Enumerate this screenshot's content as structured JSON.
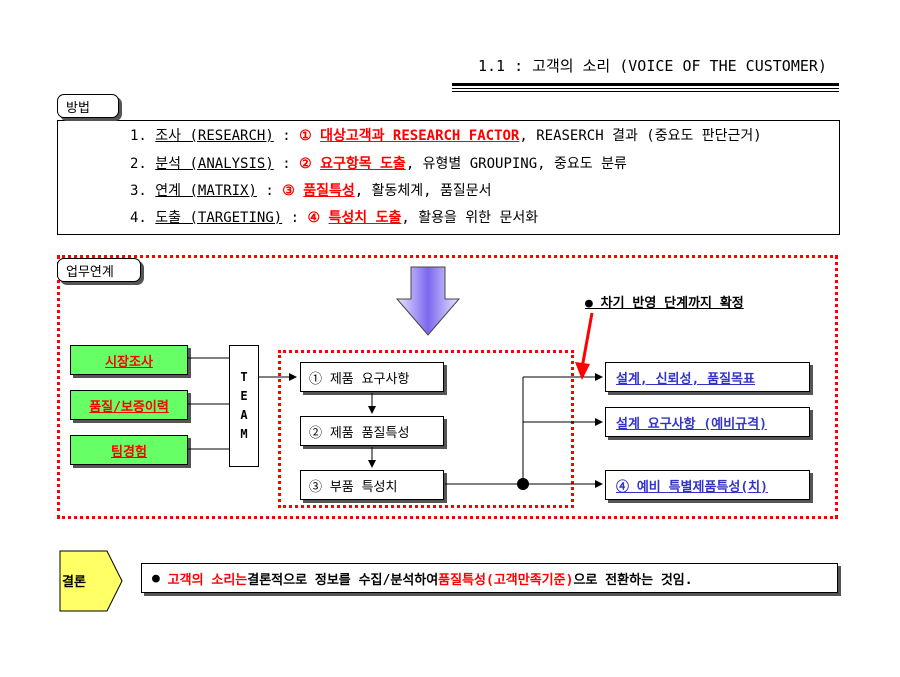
{
  "header": {
    "title": "1.1 : 고객의 소리 (VOICE OF THE CUSTOMER)"
  },
  "method": {
    "tag": "방법",
    "lines": [
      {
        "num": "1.",
        "label": "조사 (RESEARCH)",
        "colon": ":",
        "mark": "①",
        "key": "대상고객과 RESEARCH FACTOR",
        "rest": ", REASERCH 결과 (중요도 판단근거)"
      },
      {
        "num": "2.",
        "label": "분석 (ANALYSIS)",
        "colon": ":",
        "mark": "②",
        "key": "요구항목 도출",
        "rest": ", 유형별 GROUPING, 중요도 분류"
      },
      {
        "num": "3.",
        "label": "연계 (MATRIX)",
        "colon": ":",
        "mark": "③",
        "key": "품질특성",
        "rest": ", 활동체계, 품질문서"
      },
      {
        "num": "4.",
        "label": "도출 (TARGETING)",
        "colon": ":",
        "mark": "④",
        "key": "특성치 도출",
        "rest": ", 활용을 위한 문서화"
      }
    ]
  },
  "flow": {
    "tag": "업무연계",
    "note": "● 차기 반영 단계까지 확정",
    "inputs": [
      "시장조사",
      "품질/보증이력",
      "팀경험"
    ],
    "team": [
      "T",
      "E",
      "A",
      "M"
    ],
    "steps": [
      "① 제품 요구사항",
      "② 제품 품질특성",
      "③ 부품 특성치"
    ],
    "outputs": [
      "설계, 신뢰성, 품질목표",
      "설계 요구사항 (예비규격)",
      "④ 예비 특별제품특성(치)"
    ]
  },
  "conclusion": {
    "tag": "결론",
    "bullet": "●",
    "part1": "고객의 소리는",
    "part2": " 결론적으로 정보를 수집/분석하여 ",
    "part3": "품질특성(고객만족기준)",
    "part4": "으로 전환하는 것임."
  },
  "colors": {
    "red": "#ff0000",
    "green": "#66ff66",
    "blue": "#3333cc",
    "arrow": "#7b68ee",
    "callout": "#ffff66"
  }
}
